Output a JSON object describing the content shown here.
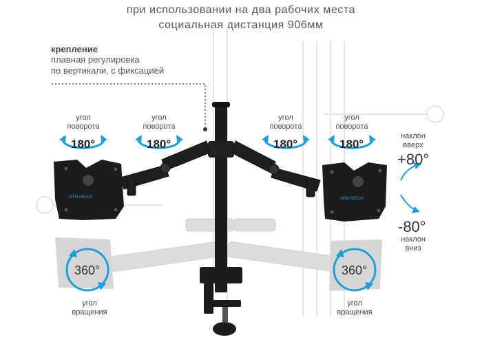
{
  "header": {
    "line1": "при использовании на два рабочих места",
    "line2": "социальная дистанция 906мм"
  },
  "mount": {
    "title": "крепление",
    "line1": "плавная регулировка",
    "line2": "по вертикали, с фиксацией"
  },
  "swivel": [
    {
      "label1": "угол",
      "label2": "поворота",
      "degrees": "180°"
    },
    {
      "label1": "угол",
      "label2": "поворота",
      "degrees": "180°"
    },
    {
      "label1": "угол",
      "label2": "поворота",
      "degrees": "180°"
    },
    {
      "label1": "угол",
      "label2": "поворота",
      "degrees": "180°"
    }
  ],
  "tilt": {
    "up_label1": "наклон",
    "up_label2": "вверх",
    "up_value": "+80°",
    "down_value": "-80°",
    "down_label1": "наклон",
    "down_label2": "вниз"
  },
  "rotation": [
    {
      "degrees": "360°",
      "label1": "угол",
      "label2": "вращения"
    },
    {
      "degrees": "360°",
      "label1": "угол",
      "label2": "вращения"
    }
  ],
  "brand": "ARM MEDIA",
  "colors": {
    "accent": "#1e9fd8",
    "product": "#1c1c1c",
    "ghost": "#d9d9d9"
  }
}
